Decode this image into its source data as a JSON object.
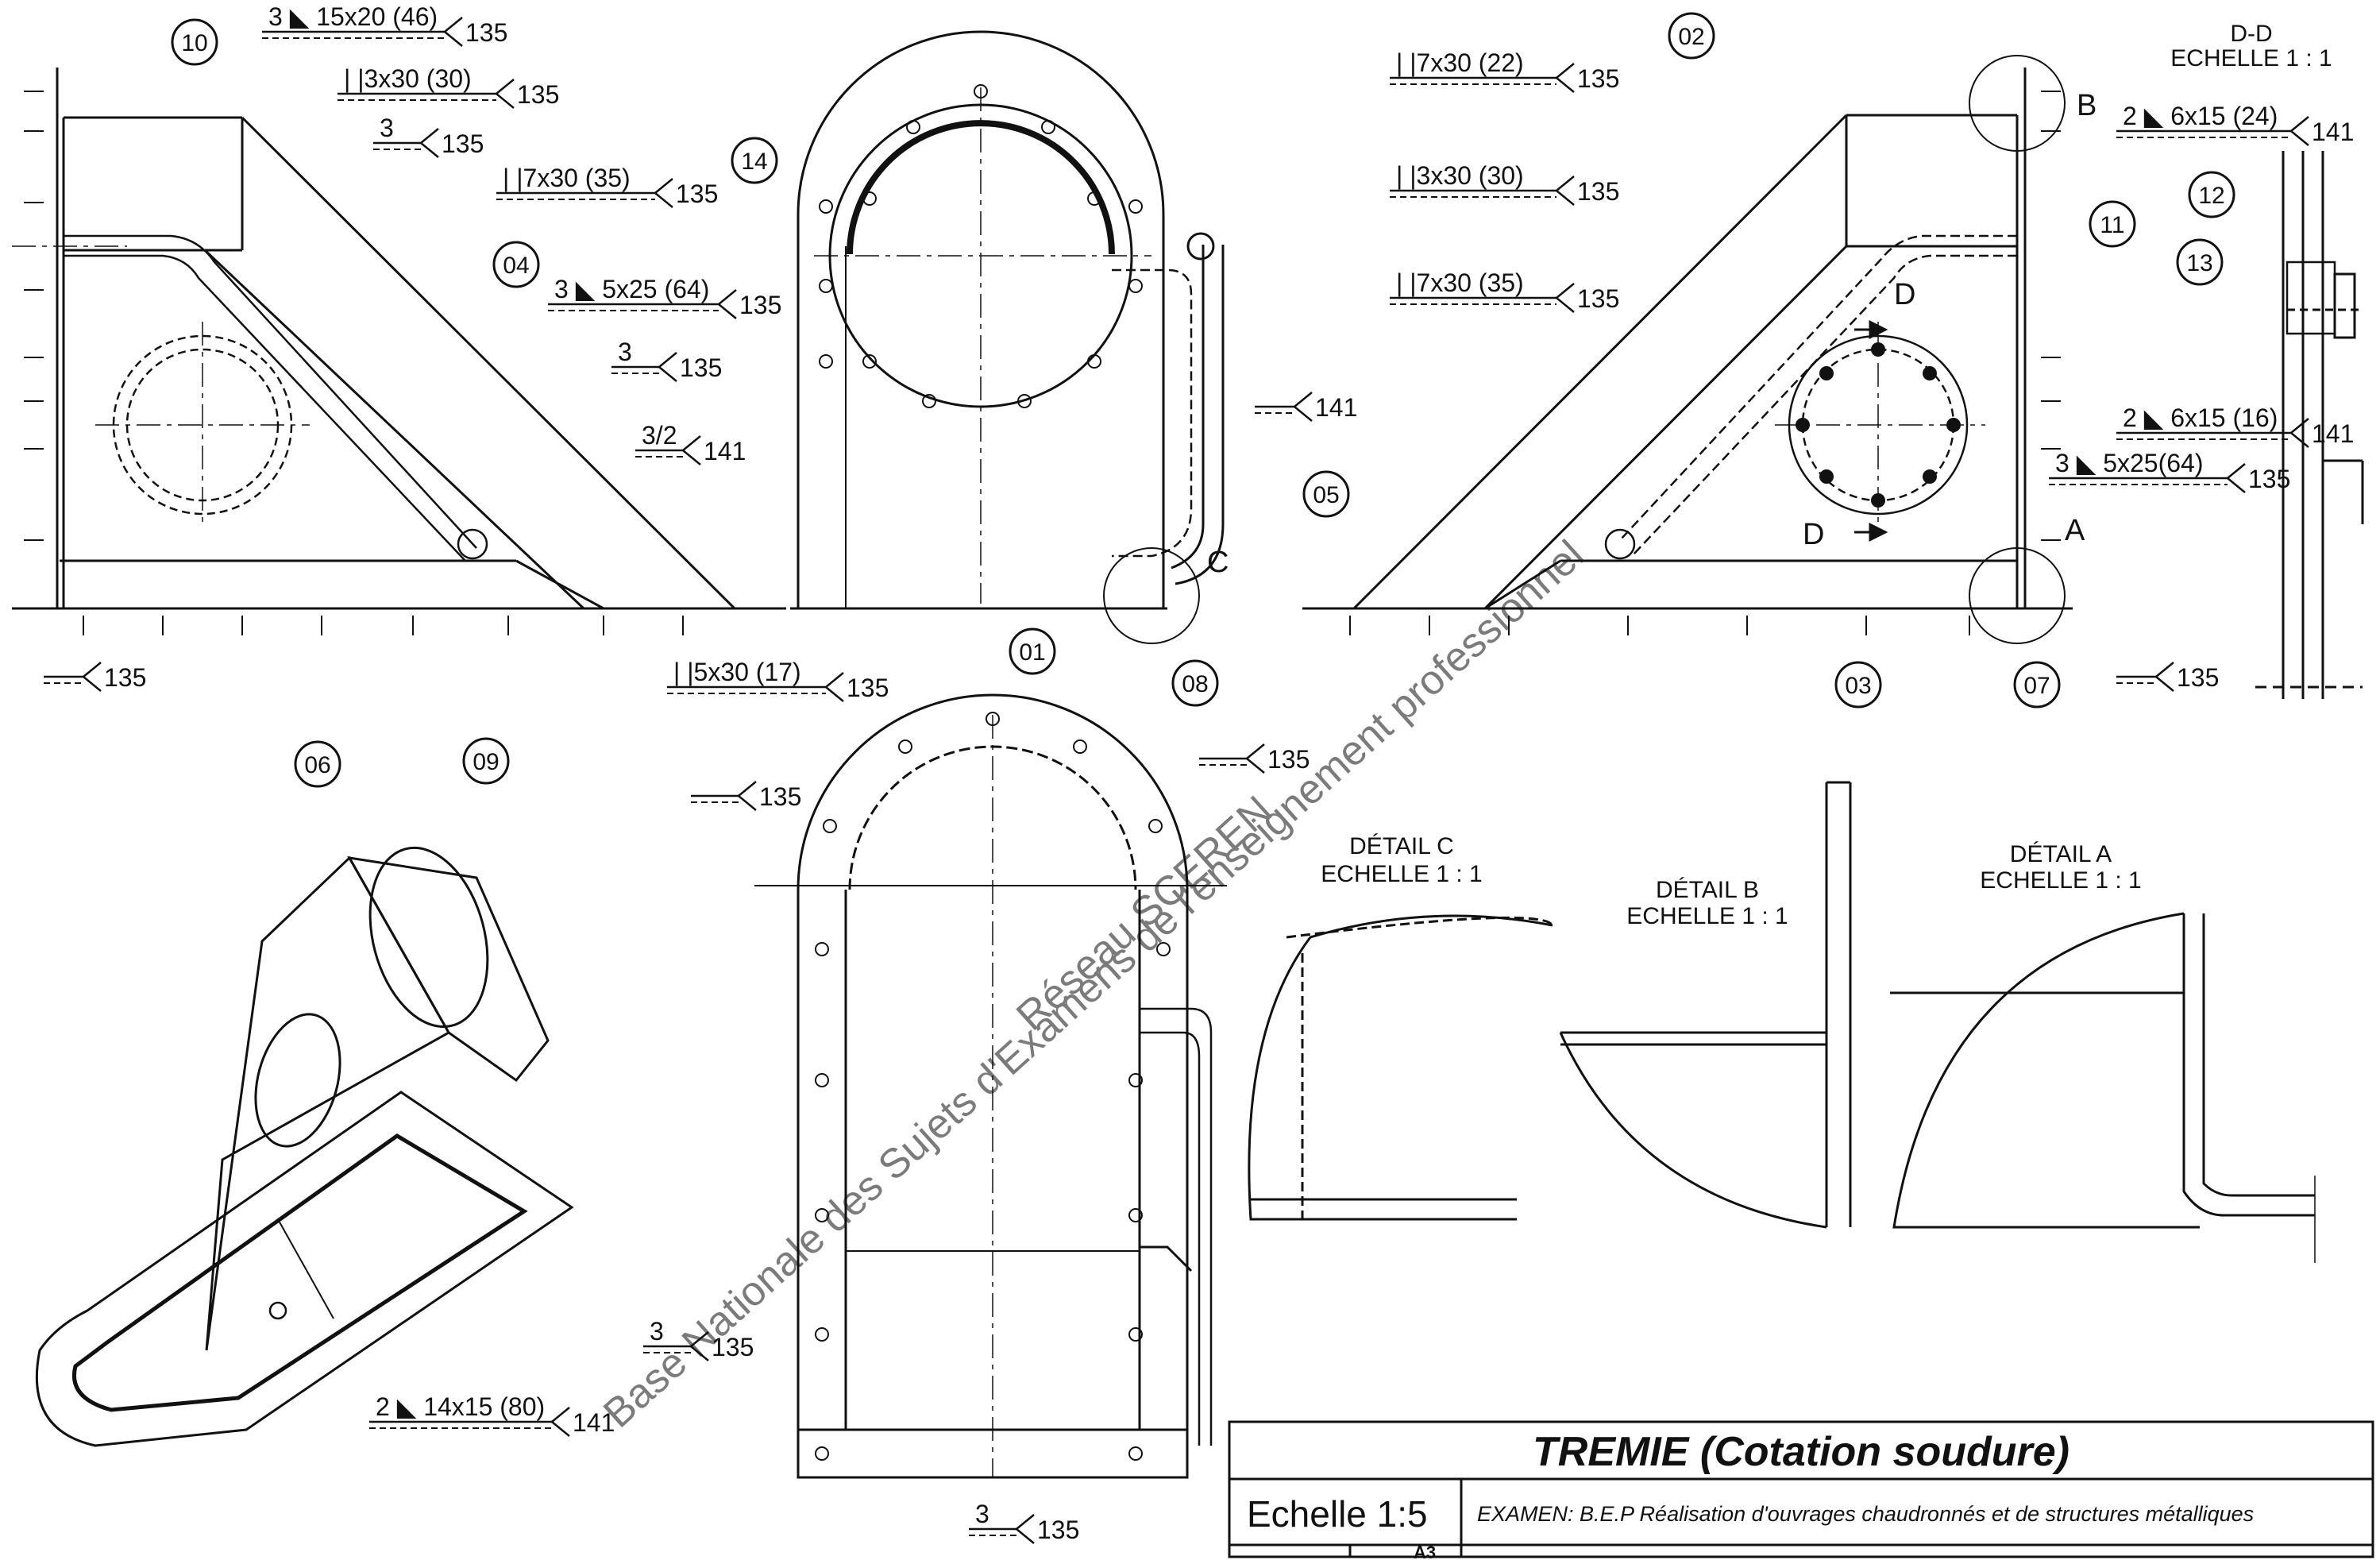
{
  "weld_callouts": [
    {
      "id": "w1",
      "text": "3 ◣ 15x20 (46)",
      "process": "135"
    },
    {
      "id": "w2",
      "text": "| |3x30 (30)",
      "process": "135"
    },
    {
      "id": "w3",
      "text": "3",
      "process": "135"
    },
    {
      "id": "w4",
      "text": "| |7x30 (35)",
      "process": "135"
    },
    {
      "id": "w5",
      "text": "3 ◣ 5x25 (64)",
      "process": "135"
    },
    {
      "id": "w6",
      "text": "3",
      "process": "135"
    },
    {
      "id": "w7",
      "text": "3/2",
      "process": "141"
    },
    {
      "id": "w8",
      "text": "",
      "process": "135"
    },
    {
      "id": "w9",
      "text": "",
      "process": "141"
    },
    {
      "id": "w10",
      "text": "| |5x30 (17)",
      "process": "135"
    },
    {
      "id": "w11",
      "text": "",
      "process": "135"
    },
    {
      "id": "w12",
      "text": "",
      "process": "135"
    },
    {
      "id": "w13",
      "text": "3",
      "process": "135"
    },
    {
      "id": "w14",
      "text": "3",
      "process": "135"
    },
    {
      "id": "w15",
      "text": "2 ◣ 14x15 (80)",
      "process": "141"
    },
    {
      "id": "w16",
      "text": "| |7x30 (22)",
      "process": "135"
    },
    {
      "id": "w17",
      "text": "| |3x30 (30)",
      "process": "135"
    },
    {
      "id": "w18",
      "text": "| |7x30 (35)",
      "process": "135"
    },
    {
      "id": "w19",
      "text": "2 ◣ 6x15 (24)",
      "process": "141"
    },
    {
      "id": "w20",
      "text": "2 ◣ 6x15 (16)",
      "process": "141"
    },
    {
      "id": "w21",
      "text": "3 ◣ 5x25(64)",
      "process": "135"
    },
    {
      "id": "w22",
      "text": "",
      "process": "135"
    }
  ],
  "part_labels": [
    "01",
    "02",
    "03",
    "04",
    "05",
    "06",
    "07",
    "08",
    "09",
    "10",
    "11",
    "12",
    "13",
    "14"
  ],
  "view_letters": {
    "B": "B",
    "C": "C",
    "A": "A",
    "D1": "D",
    "D2": "D",
    "D3": "D"
  },
  "section_dd": {
    "title": "D-D",
    "scale": "ECHELLE 1 : 1"
  },
  "details": [
    {
      "title": "DÉTAIL C",
      "scale": "ECHELLE 1 : 1"
    },
    {
      "title": "DÉTAIL B",
      "scale": "ECHELLE 1 : 1"
    },
    {
      "title": "DÉTAIL A",
      "scale": "ECHELLE 1 : 1"
    }
  ],
  "title_block": {
    "title": "TREMIE (Cotation soudure)",
    "scale": "Echelle 1:5",
    "exam": "EXAMEN: B.E.P Réalisation d'ouvrages chaudronnés et de structures métalliques",
    "format": "A3"
  },
  "watermark": {
    "line1": "Base Nationale des Sujets d'Examens de l'enseignement professionnel",
    "line2": "Réseau SCEREN"
  },
  "colors": {
    "ink": "#111111",
    "paper": "#ffffff",
    "watermark": "#d6d6d6"
  }
}
